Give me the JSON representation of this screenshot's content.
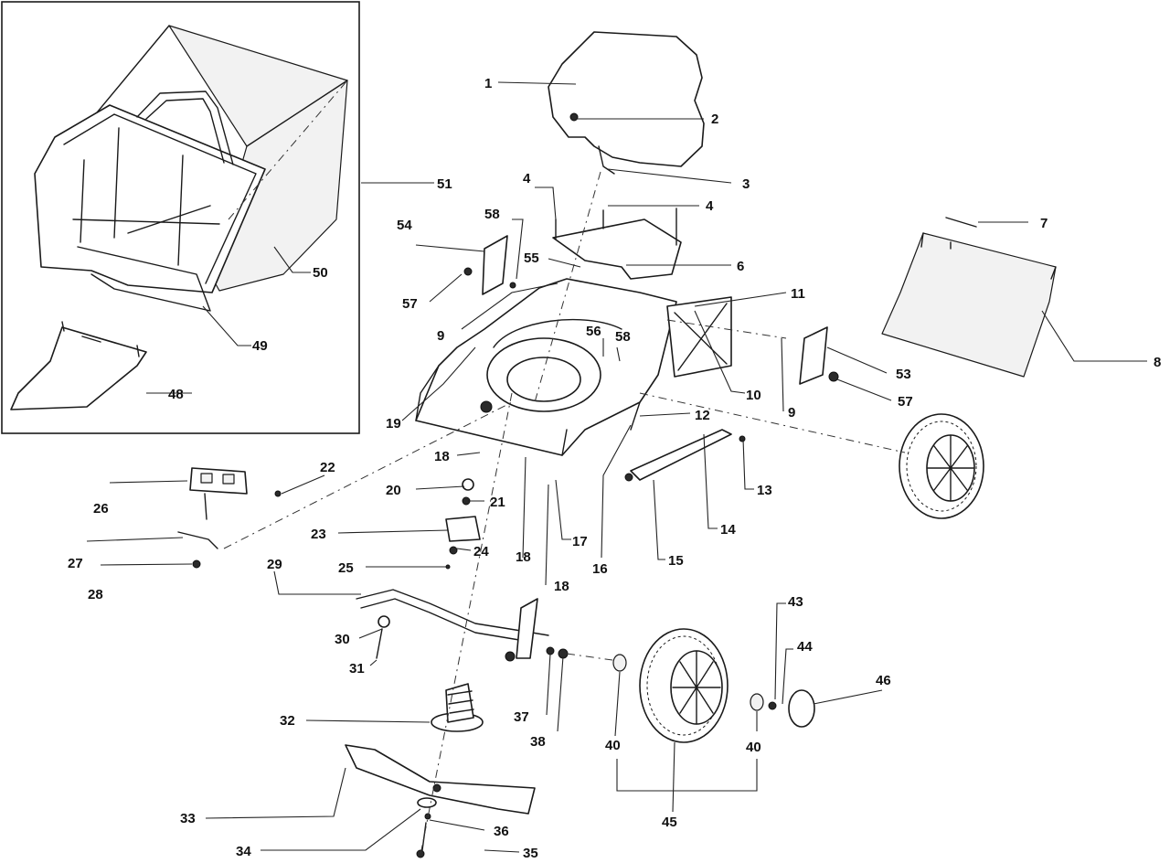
{
  "callouts": {
    "c1": "1",
    "c2": "2",
    "c3": "3",
    "c4a": "4",
    "c4b": "4",
    "c6": "6",
    "c7": "7",
    "c8": "8",
    "c9a": "9",
    "c9b": "9",
    "c10": "10",
    "c11": "11",
    "c12": "12",
    "c13": "13",
    "c14": "14",
    "c15": "15",
    "c16": "16",
    "c17": "17",
    "c18a": "18",
    "c18b": "18",
    "c18c": "18",
    "c19": "19",
    "c20": "20",
    "c21": "21",
    "c22": "22",
    "c23": "23",
    "c24": "24",
    "c25": "25",
    "c26": "26",
    "c27": "27",
    "c28": "28",
    "c29": "29",
    "c30": "30",
    "c31": "31",
    "c32": "32",
    "c33": "33",
    "c34": "34",
    "c35": "35",
    "c36": "36",
    "c37": "37",
    "c38": "38",
    "c40a": "40",
    "c40b": "40",
    "c43": "43",
    "c44": "44",
    "c45": "45",
    "c46": "46",
    "c48": "48",
    "c49": "49",
    "c50": "50",
    "c51": "51",
    "c53": "53",
    "c54": "54",
    "c55": "55",
    "c56": "56",
    "c57a": "57",
    "c57b": "57",
    "c58a": "58",
    "c58b": "58"
  },
  "colors": {
    "ink": "#1a1a1a",
    "paper": "#ffffff"
  }
}
